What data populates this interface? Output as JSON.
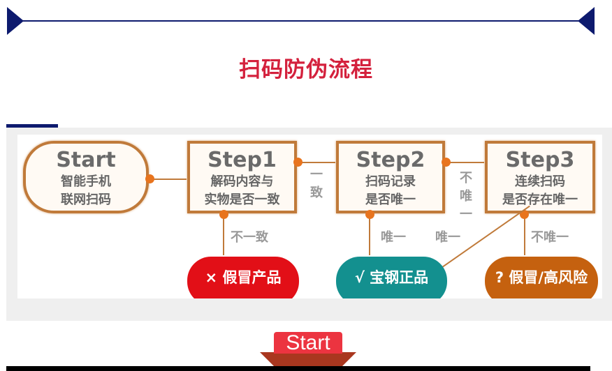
{
  "header": {
    "title": "扫码防伪流程"
  },
  "flow": {
    "start": {
      "title": "Start",
      "line1": "智能手机",
      "line2": "联网扫码"
    },
    "step1": {
      "title": "Step1",
      "line1": "解码内容与",
      "line2": "实物是否一致"
    },
    "step2": {
      "title": "Step2",
      "line1": "扫码记录",
      "line2": "是否唯一"
    },
    "step3": {
      "title": "Step3",
      "line1": "连续扫码",
      "line2": "是否存在唯一"
    },
    "labels": {
      "consistent": "一致",
      "not_consistent": "不一致",
      "unique_a": "唯一",
      "unique_b": "唯一",
      "not_unique_v": "不唯一",
      "not_unique": "不唯一"
    },
    "outcomes": {
      "fake": "× 假冒产品",
      "genuine": "√ 宝钢正品",
      "risk": "? 假冒/高风险"
    }
  },
  "footer": {
    "start_label": "Start"
  }
}
